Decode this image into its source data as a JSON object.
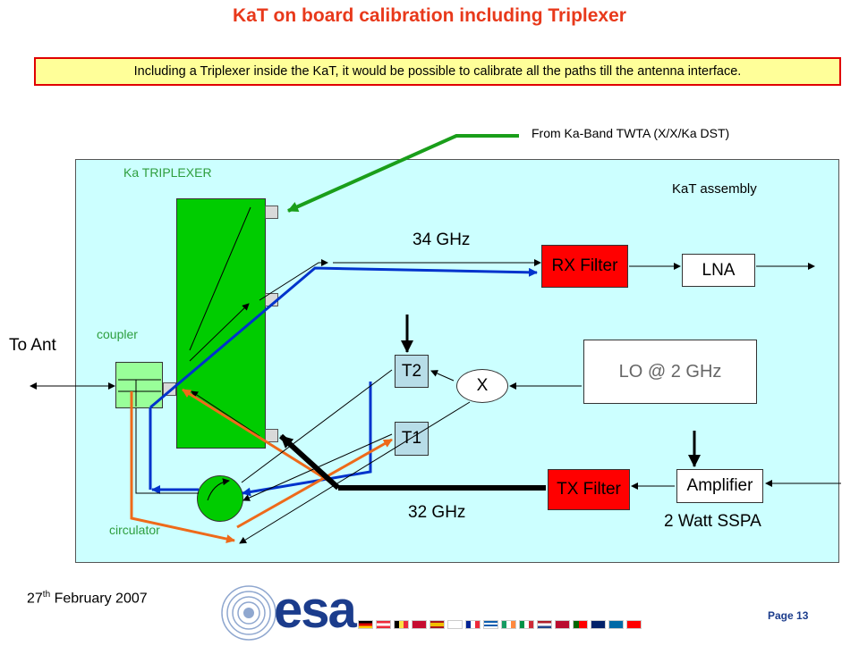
{
  "title": "KaT on board calibration including Triplexer",
  "banner": "Including a Triplexer inside the KaT,  it would be possible to calibrate all the paths till the antenna interface.",
  "labels": {
    "from_twta": "From Ka-Band TWTA (X/X/Ka DST)",
    "triplexer": "Ka TRIPLEXER",
    "assembly": "KaT assembly",
    "freq_rx": "34 GHz",
    "freq_tx": "32 GHz",
    "to_ant": "To Ant",
    "coupler": "coupler",
    "circulator": "circulator",
    "sspa": "2 Watt SSPA"
  },
  "blocks": {
    "rx_filter": "RX Filter",
    "lna": "LNA",
    "lo": "LO  @ 2 GHz",
    "mixer": "X",
    "t2": "T2",
    "t1": "T1",
    "tx_filter": "TX Filter",
    "amplifier": "Amplifier"
  },
  "footer": {
    "date_day": "27",
    "date_sup": "th",
    "date_rest": " February  2007",
    "page": "Page 13",
    "logo_text": "esa"
  },
  "colors": {
    "title": "#e8391b",
    "assembly_bg": "#ccffff",
    "triplexer": "#00cc00",
    "rx_path": "#0033cc",
    "tx_path": "#ee6a1a",
    "twta_line": "#1a9e1a",
    "filter": "#ff0000",
    "t_blocks": "#b7dde8"
  }
}
